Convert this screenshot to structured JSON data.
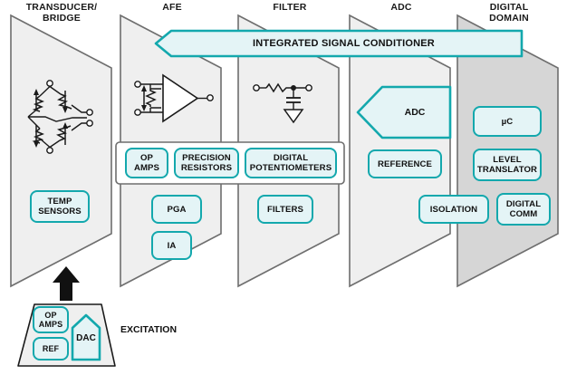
{
  "diagram": {
    "title": "Signal chain block diagram",
    "colors": {
      "teal": "#13a8ad",
      "pill_fill": "#e4f4f6",
      "panel_fill": "#efefef",
      "panel_fill_dark": "#d6d6d6",
      "panel_stroke": "#6e6e6e",
      "text": "#111111"
    },
    "stage_headers": [
      {
        "id": "transducer",
        "line1": "TRANSDUCER/",
        "line2": "BRIDGE"
      },
      {
        "id": "afe",
        "line1": "AFE",
        "line2": ""
      },
      {
        "id": "filter",
        "line1": "FILTER",
        "line2": ""
      },
      {
        "id": "adc",
        "line1": "ADC",
        "line2": ""
      },
      {
        "id": "digital",
        "line1": "DIGITAL",
        "line2": "DOMAIN"
      }
    ],
    "banner": {
      "label": "INTEGRATED SIGNAL CONDITIONER",
      "shape": "left-pointing-arrow"
    },
    "blocks": {
      "temp_sensors": {
        "line1": "TEMP",
        "line2": "SENSORS"
      },
      "op_amps": {
        "line1": "OP",
        "line2": "AMPS"
      },
      "precision_resistors": {
        "line1": "PRECISION",
        "line2": "RESISTORS"
      },
      "digital_potentiometers": {
        "line1": "DIGITAL",
        "line2": "POTENTIOMETERS"
      },
      "pga": {
        "line1": "PGA",
        "line2": ""
      },
      "ia": {
        "line1": "IA",
        "line2": ""
      },
      "filters": {
        "line1": "FILTERS",
        "line2": ""
      },
      "adc": {
        "line1": "ADC",
        "line2": ""
      },
      "reference": {
        "line1": "REFERENCE",
        "line2": ""
      },
      "isolation": {
        "line1": "ISOLATION",
        "line2": ""
      },
      "mcu": {
        "line1": "µC",
        "line2": ""
      },
      "level_translator": {
        "line1": "LEVEL",
        "line2": "TRANSLATOR"
      },
      "digital_comm": {
        "line1": "DIGITAL",
        "line2": "COMM"
      },
      "exc_op_amps": {
        "line1": "OP",
        "line2": "AMPS"
      },
      "exc_ref": {
        "line1": "REF",
        "line2": ""
      },
      "exc_dac": {
        "line1": "DAC",
        "line2": ""
      }
    },
    "excitation": {
      "label": "EXCITATION"
    },
    "schematics": [
      {
        "id": "wheatstone-bridge",
        "stage": "transducer"
      },
      {
        "id": "op-amp-with-variable-resistor",
        "stage": "afe"
      },
      {
        "id": "rc-lowpass-filter",
        "stage": "filter"
      }
    ]
  }
}
